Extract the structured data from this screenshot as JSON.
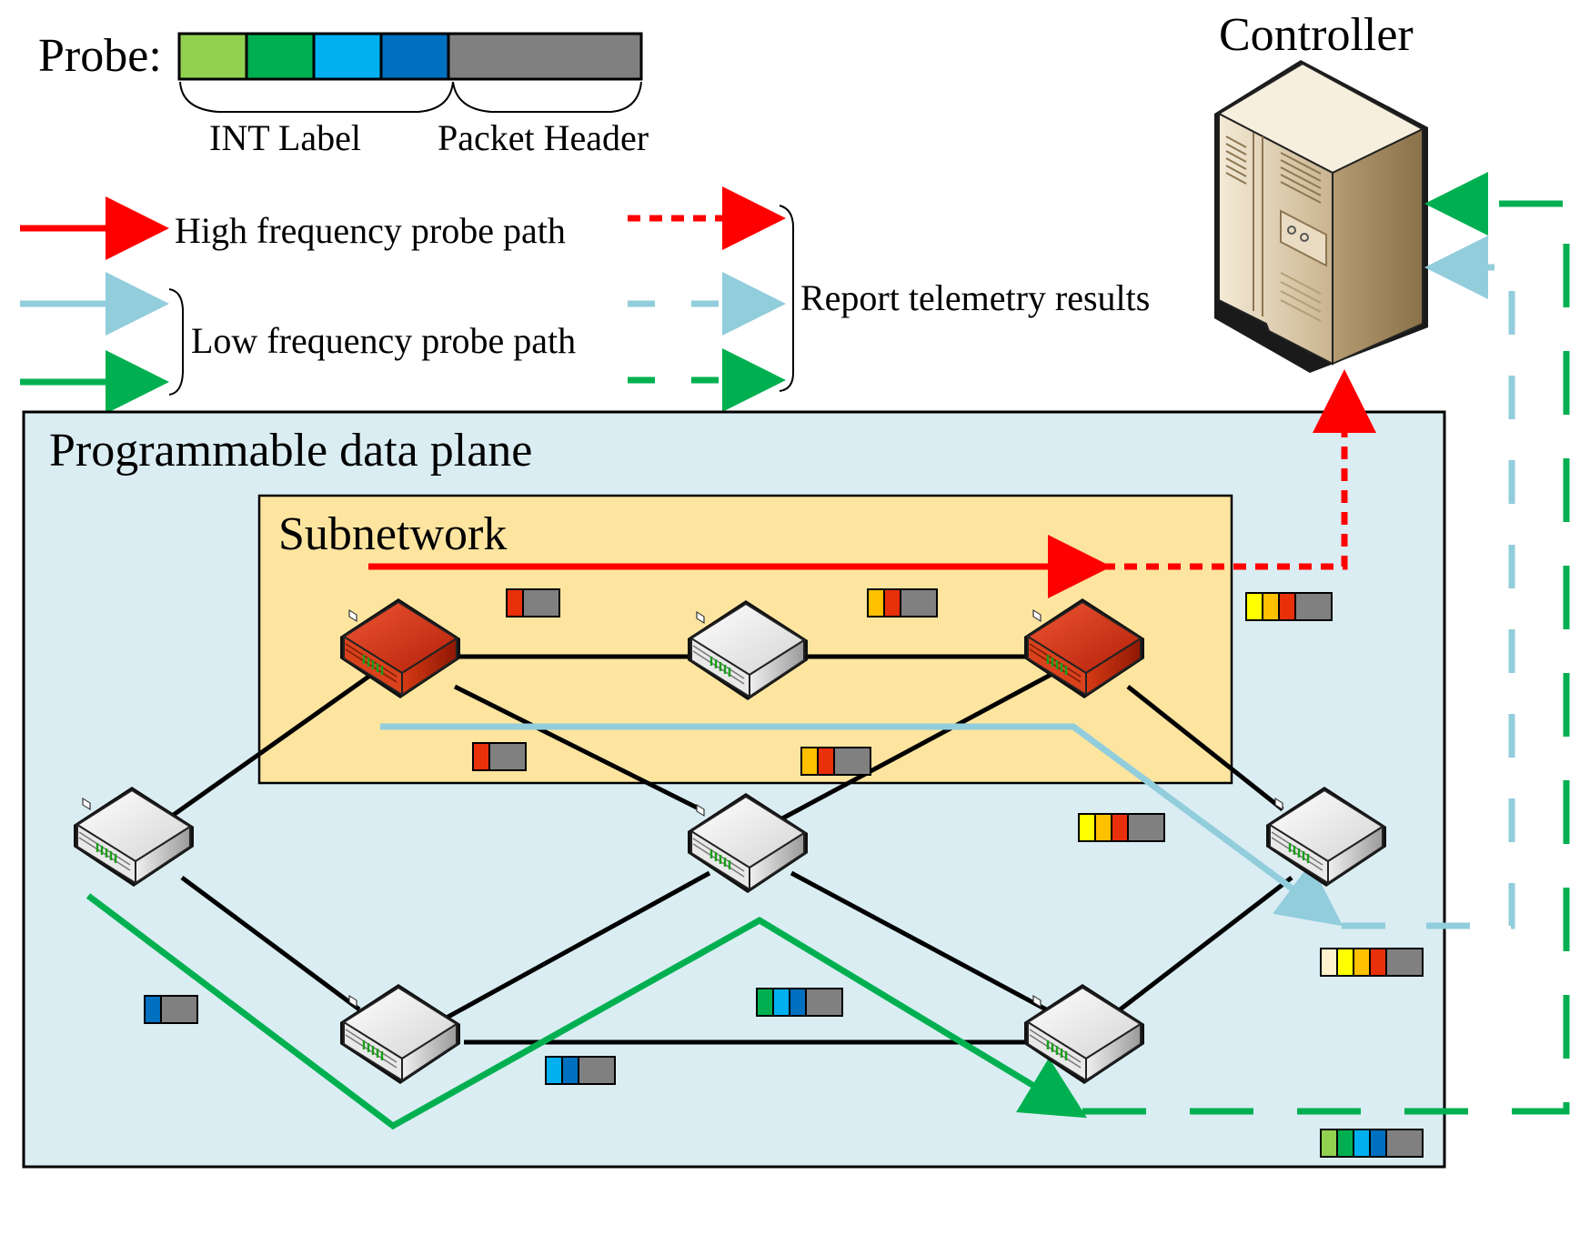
{
  "legend": {
    "probe_label": "Probe:",
    "int_label": "INT Label",
    "packet_header_label": "Packet Header",
    "high_freq_label": "High frequency probe path",
    "low_freq_label": "Low frequency probe path",
    "report_label": "Report telemetry results",
    "probe_segment_colors": [
      "#92d050",
      "#00b050",
      "#00b0f0",
      "#0070c0",
      "#808080"
    ]
  },
  "controller": {
    "label": "Controller",
    "icon": "server-tower-icon"
  },
  "regions": {
    "data_plane_label": "Programmable data plane",
    "subnetwork_label": "Subnetwork"
  },
  "colors": {
    "high_freq": "#ff0000",
    "low_freq_blue": "#92cddc",
    "low_freq_green": "#00b050",
    "data_plane_fill": "#daedf3",
    "subnetwork_fill": "#fde5a0",
    "switch_red": "#c0300f",
    "switch_gray": "#e6e6e6",
    "int_yellow": "#ffff00",
    "int_orange": "#ffc000",
    "int_dark_orange": "#f77b00",
    "int_red": "#e8300a",
    "int_cream": "#fff2cc",
    "header_gray": "#808080"
  },
  "switches": [
    {
      "id": "s-sub-left",
      "type": "red"
    },
    {
      "id": "s-sub-mid",
      "type": "gray"
    },
    {
      "id": "s-sub-right",
      "type": "red"
    },
    {
      "id": "s-left",
      "type": "gray"
    },
    {
      "id": "s-center",
      "type": "gray"
    },
    {
      "id": "s-right",
      "type": "gray"
    },
    {
      "id": "s-bottom-left",
      "type": "gray"
    },
    {
      "id": "s-bottom-right",
      "type": "gray"
    }
  ],
  "probes": [
    {
      "id": "probe-1",
      "labels": [
        "#e8300a"
      ]
    },
    {
      "id": "probe-2",
      "labels": [
        "#ffc000",
        "#e8300a"
      ]
    },
    {
      "id": "probe-3",
      "labels": [
        "#ffff00",
        "#ffc000",
        "#e8300a"
      ]
    },
    {
      "id": "probe-4",
      "labels": [
        "#e8300a"
      ]
    },
    {
      "id": "probe-5",
      "labels": [
        "#ffc000",
        "#e8300a"
      ]
    },
    {
      "id": "probe-6",
      "labels": [
        "#ffff00",
        "#ffc000",
        "#e8300a"
      ]
    },
    {
      "id": "probe-7",
      "labels": [
        "#fff2cc",
        "#ffff00",
        "#ffc000",
        "#e8300a"
      ]
    },
    {
      "id": "probe-8",
      "labels": [
        "#0070c0"
      ]
    },
    {
      "id": "probe-9",
      "labels": [
        "#00b050",
        "#00b0f0",
        "#0070c0"
      ]
    },
    {
      "id": "probe-10",
      "labels": [
        "#00b0f0",
        "#0070c0"
      ]
    },
    {
      "id": "probe-11",
      "labels": [
        "#92d050",
        "#00b050",
        "#00b0f0",
        "#0070c0"
      ]
    }
  ]
}
